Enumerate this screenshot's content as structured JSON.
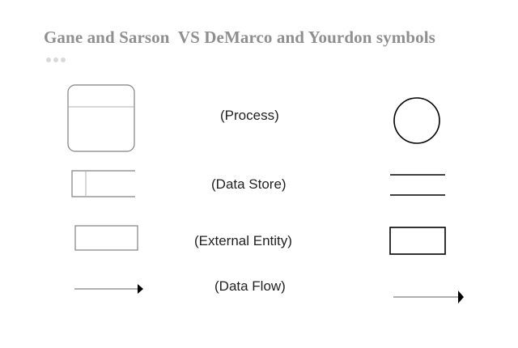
{
  "title": "Gane and Sarson  VS DeMarco and Yourdon symbols",
  "rows": [
    {
      "label": "(Process)"
    },
    {
      "label": "(Data Store)"
    },
    {
      "label": "(External Entity)"
    },
    {
      "label": "(Data Flow)"
    }
  ],
  "colors": {
    "title": "#8f8f8f",
    "gane_stroke": "#808080",
    "demarco_stroke": "#000000",
    "dots": "#d9d9d9"
  }
}
